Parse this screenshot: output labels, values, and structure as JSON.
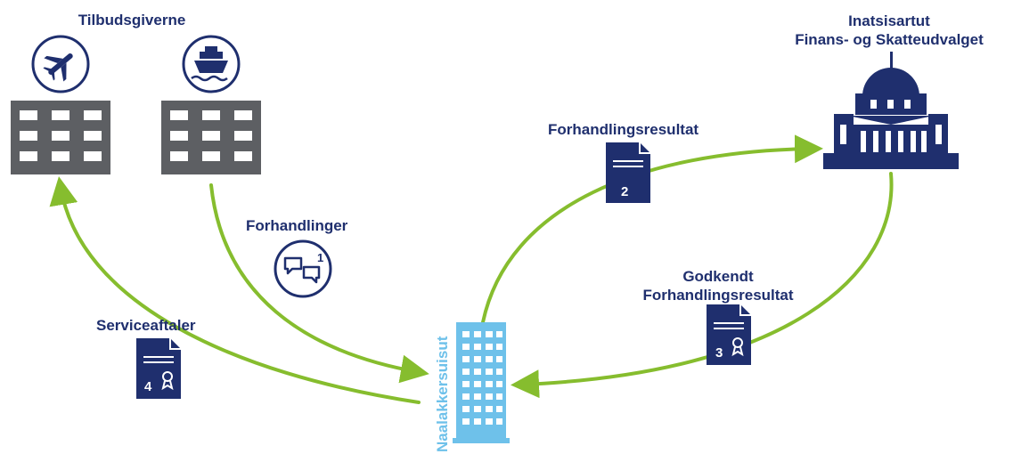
{
  "title_providers": "Tilbudsgiverne",
  "title_parliament_line1": "Inatsisartut",
  "title_parliament_line2": "Finans- og Skatteudvalget",
  "label_negotiations": "Forhandlinger",
  "label_result": "Forhandlingsresultat",
  "label_approved_line1": "Godkendt",
  "label_approved_line2": "Forhandlingsresultat",
  "label_service": "Serviceaftaler",
  "label_government": "Naalakkersuisut",
  "doc_numbers": {
    "result": "2",
    "approved": "3",
    "service": "4"
  },
  "chat_badge": "1",
  "icons": [
    "plane-icon",
    "ship-icon",
    "chat-icon",
    "document-icon",
    "certificate-icon",
    "parliament-building-icon",
    "office-building-icon",
    "tower-building-icon"
  ],
  "colors": {
    "navy": "#1f2f6e",
    "gray": "#5d5f63",
    "green": "#86bd2e",
    "lightblue": "#6ec1ea"
  }
}
